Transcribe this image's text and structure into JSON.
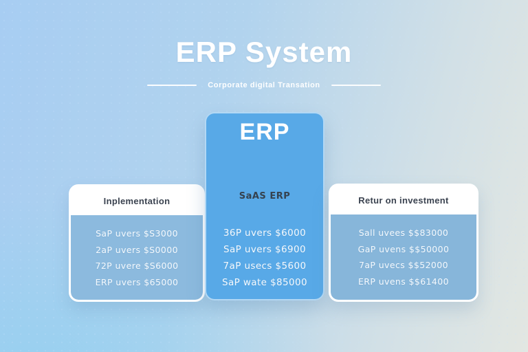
{
  "header": {
    "title": "ERP System",
    "subtitle": "Corporate digital Transation"
  },
  "cards": {
    "implementation": {
      "header": "Inplementation",
      "rows": [
        "SaP uvers $S3000",
        "2aP uvers $S0000",
        "72P uvere $S6000",
        "ERP uvers $65000"
      ]
    },
    "erp": {
      "title": "ERP",
      "subtitle": "SaAS ERP",
      "rows": [
        "36P uvers $6000",
        "SaP uvers $6900",
        "7aP usecs $5600",
        "SaP wate $85000"
      ]
    },
    "roi": {
      "header": "Retur on investment",
      "rows": [
        "Sall uvees $$83000",
        "GaP uvens $$50000",
        "7aP uvecs $$52000",
        "ERP uvens $$61400"
      ]
    }
  },
  "colors": {
    "background_start": "#a7cdf2",
    "background_end": "#e3e7e2",
    "center_card": "#58a9e7",
    "side_card_body_left": "#8cbade",
    "side_card_body_right": "#87b6da",
    "card_header_bg": "#ffffff",
    "header_text": "#3b4350",
    "row_text": "#f4f9fd",
    "title_text": "#ffffff"
  }
}
